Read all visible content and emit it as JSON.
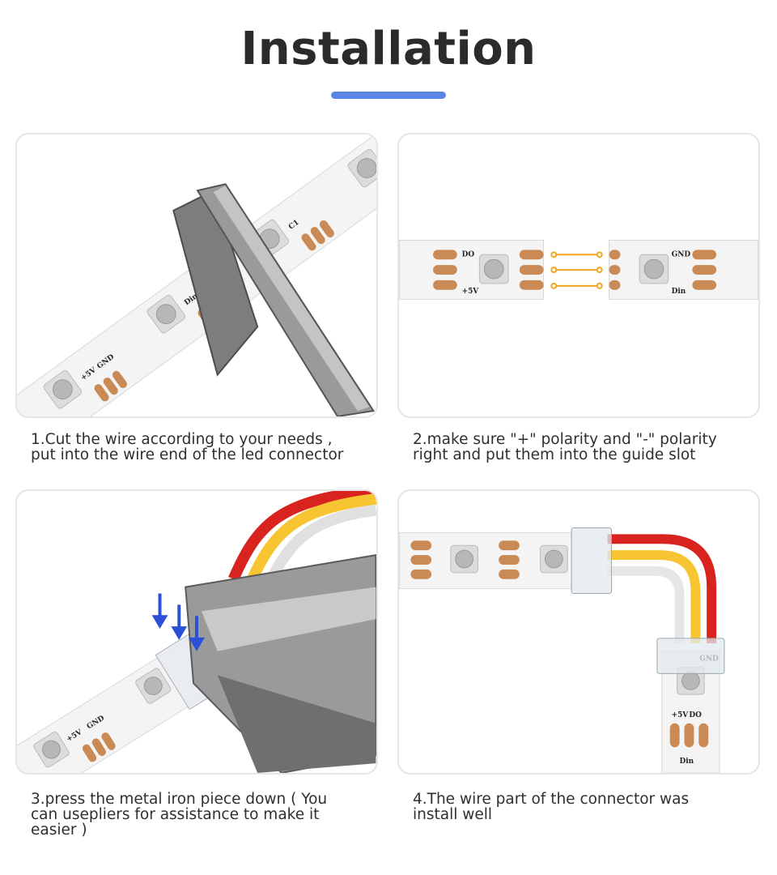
{
  "header": {
    "title": "Installation",
    "accent_color": "#5b86e5"
  },
  "strip_labels": {
    "plus5v": "+5V",
    "din": "Din",
    "gnd": "GND",
    "do": "DO",
    "c1": "C1"
  },
  "steps": [
    {
      "caption_lines": [
        "1.Cut the wire according to your needs ,",
        "put into the wire end of the led connector"
      ]
    },
    {
      "caption_lines": [
        "2.make sure \"+\" polarity and  \"-\" polarity",
        "right and put them into the guide slot"
      ]
    },
    {
      "caption_lines": [
        "3.press the metal iron piece down ( You",
        "can usepliers for assistance to make it",
        "easier )"
      ]
    },
    {
      "caption_lines": [
        "4.The wire part of the connector was",
        "install well"
      ]
    }
  ],
  "colors": {
    "strip": "#f4f4f4",
    "pad": "#c98a55",
    "led_body": "#dcdcdc",
    "wire_red": "#d9231f",
    "wire_yellow": "#f6c531",
    "wire_white": "#e9e9e9",
    "guide": "#f1a51e",
    "arrow": "#2b4fd6"
  }
}
